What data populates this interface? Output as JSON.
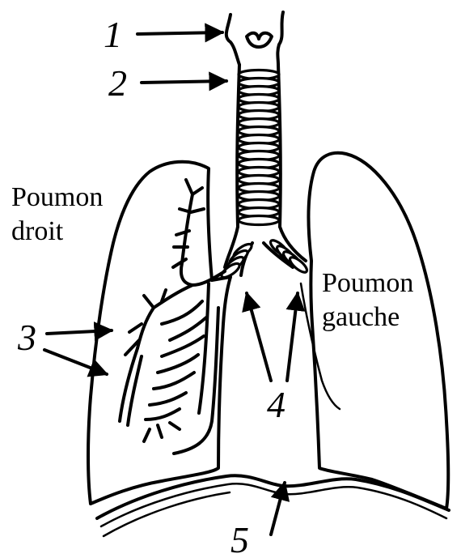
{
  "labels": {
    "n1": "1",
    "n2": "2",
    "n3": "3",
    "n4": "4",
    "n5": "5",
    "right_lung_line1": "Poumon",
    "right_lung_line2": "droit",
    "left_lung_line1": "Poumon",
    "left_lung_line2": "gauche"
  },
  "colors": {
    "ink": "#000000",
    "background": "#ffffff"
  }
}
